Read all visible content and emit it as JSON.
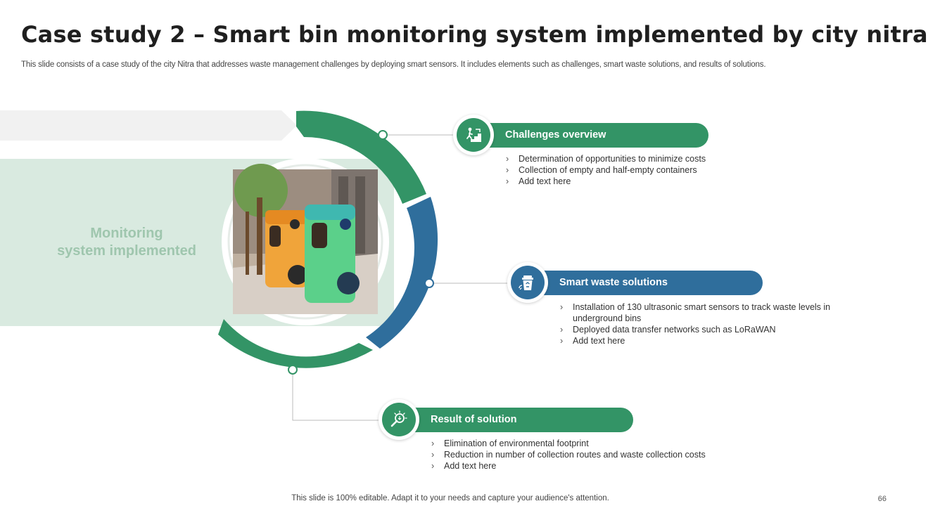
{
  "header": {
    "title": "Case study 2 – Smart bin monitoring system implemented by city nitra",
    "subtitle": "This slide consists of a case study of the city Nitra that addresses waste management challenges by deploying smart sensors. It includes elements such as challenges, smart waste solutions, and results of solutions."
  },
  "center": {
    "label_line1": "Monitoring",
    "label_line2": "system implemented"
  },
  "colors": {
    "green": "#339466",
    "blue": "#2f6e9c",
    "light_green": "#d9eae0",
    "light_grey": "#f1f1f1"
  },
  "sections": [
    {
      "title": "Challenges overview",
      "icon": "stairs-climbing-icon",
      "bullets": [
        "Determination of opportunities to minimize costs",
        "Collection of empty and half-empty containers",
        "Add text here"
      ]
    },
    {
      "title": "Smart waste solutions",
      "icon": "smart-bin-icon",
      "bullets": [
        "Installation of 130 ultrasonic smart sensors to track waste levels in underground bins",
        "Deployed data transfer networks such as LoRaWAN",
        "Add text here"
      ]
    },
    {
      "title": "Result of solution",
      "icon": "idea-search-icon",
      "bullets": [
        "Elimination of environmental footprint",
        "Reduction in number of collection routes and waste collection costs",
        "Add text here"
      ]
    }
  ],
  "footer": {
    "note": "This slide is 100% editable. Adapt it to your needs and capture your audience's attention.",
    "page_number": "66"
  }
}
